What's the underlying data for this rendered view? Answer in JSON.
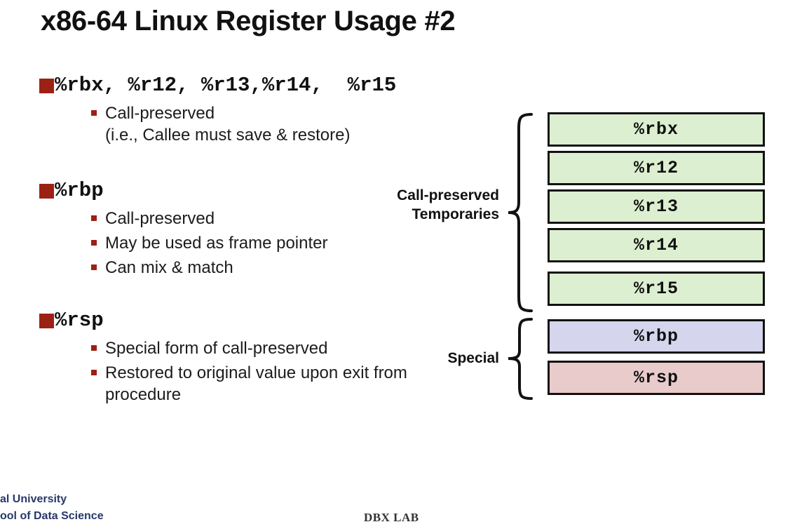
{
  "slide": {
    "title": "x86-64 Linux Register Usage #2",
    "accent_red": "#9c2115",
    "footer_blue": "#28386b"
  },
  "groups": [
    {
      "heading": "%rbx, %r12, %r13,%r14,  %r15",
      "bullets": [
        "Call-preserved\n(i.e., Callee must save & restore)"
      ]
    },
    {
      "heading": "%rbp",
      "bullets": [
        "Call-preserved",
        "May be used as frame pointer",
        "Can mix & match"
      ]
    },
    {
      "heading": "%rsp",
      "bullets": [
        "Special form of call-preserved",
        "Restored to original value upon exit from procedure"
      ]
    }
  ],
  "diagram": {
    "groups": [
      {
        "label": "Call-preserved\nTemporaries",
        "registers": [
          {
            "name": "%rbx",
            "fill": "#dcefd0"
          },
          {
            "name": "%r12",
            "fill": "#dcefd0"
          },
          {
            "name": "%r13",
            "fill": "#dcefd0"
          },
          {
            "name": "%r14",
            "fill": "#dcefd0"
          },
          {
            "name": "%r15",
            "fill": "#dcefd0"
          }
        ]
      },
      {
        "label": "Special",
        "registers": [
          {
            "name": "%rbp",
            "fill": "#d5d5ee"
          },
          {
            "name": "%rsp",
            "fill": "#e9cbcb"
          }
        ]
      }
    ]
  },
  "footer": {
    "left": "al University\nool of Data Science",
    "center": "DBX LAB"
  }
}
